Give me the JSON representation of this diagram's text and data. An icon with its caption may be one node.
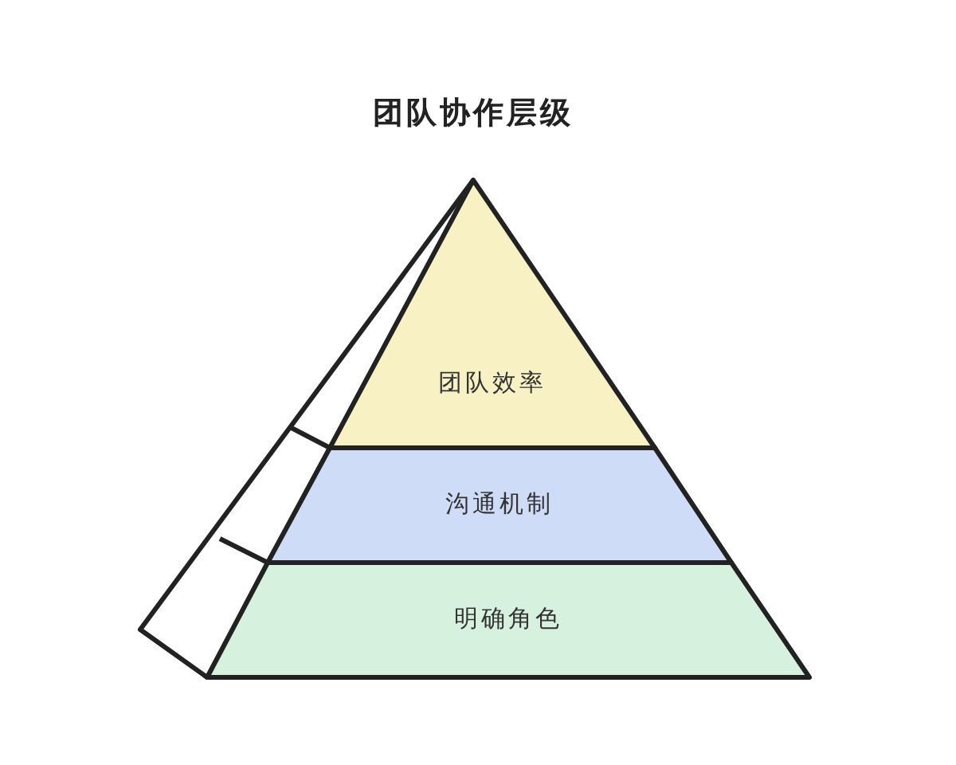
{
  "diagram": {
    "title": "团队协作层级",
    "nodes": [
      {
        "text": [
          "团队效率"
        ]
      },
      {
        "text": [
          "沟通机制"
        ]
      },
      {
        "text": [
          "明确角色"
        ]
      }
    ]
  }
}
